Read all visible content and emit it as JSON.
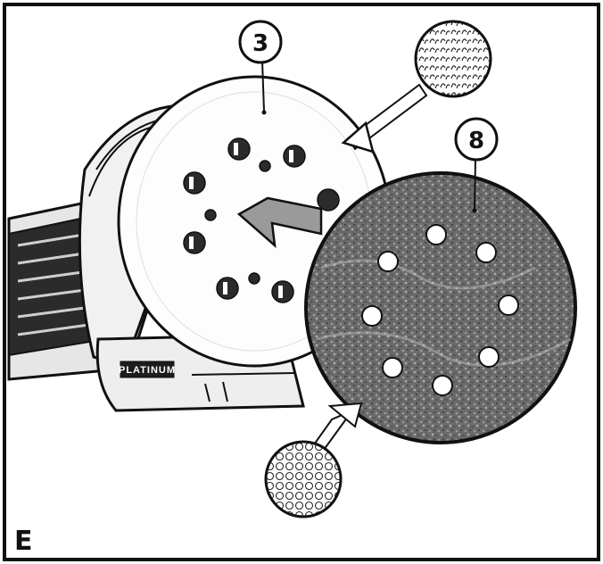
{
  "figure": {
    "letter": "E",
    "colors": {
      "ink": "#111111",
      "sandpaper": "#6e6e6e",
      "pad": "#fdfdfd",
      "arrow": "#9a9a9a"
    }
  },
  "callouts": [
    {
      "id": "backing-pad",
      "number": "3"
    },
    {
      "id": "sanding-disc",
      "number": "8"
    }
  ],
  "tool": {
    "brand": "PLATINUM"
  },
  "insets": [
    {
      "id": "hook-detail",
      "icon": "hook-texture-icon"
    },
    {
      "id": "loop-detail",
      "icon": "loop-texture-icon"
    }
  ]
}
